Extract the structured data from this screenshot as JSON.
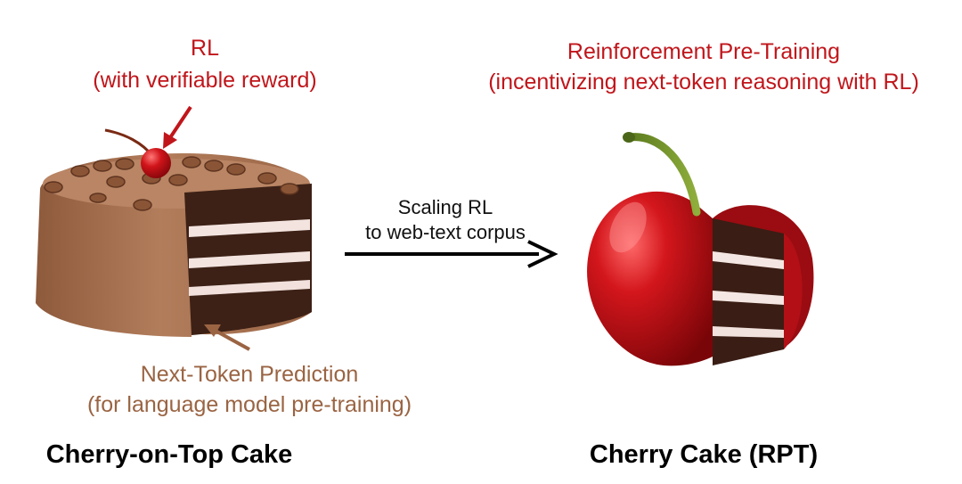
{
  "left": {
    "rl_title": "RL",
    "rl_subtitle": "(with verifiable reward)",
    "ntp_title": "Next-Token Prediction",
    "ntp_subtitle": "(for language model pre-training)",
    "caption": "Cherry-on-Top Cake"
  },
  "middle": {
    "line1": "Scaling RL",
    "line2": "to web-text corpus"
  },
  "right": {
    "title": "Reinforcement Pre-Training",
    "subtitle": "(incentivizing next-token reasoning with RL)",
    "caption": "Cherry Cake (RPT)"
  },
  "colors": {
    "red_text": "#c0161b",
    "brown_text": "#9a6443",
    "chocolate": "#a5704f",
    "cherry": "#c4151c"
  }
}
